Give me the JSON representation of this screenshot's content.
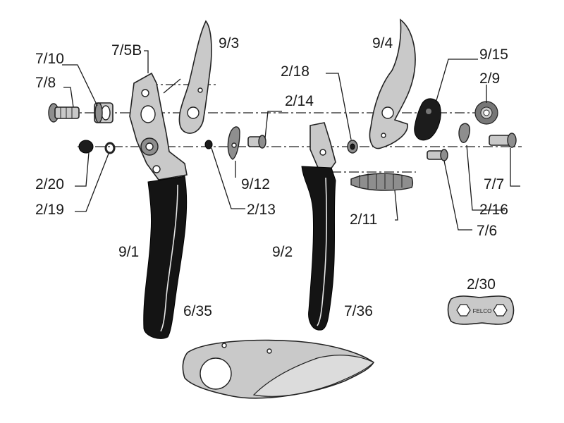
{
  "labels": {
    "p7_10": "7/10",
    "p7_8": "7/8",
    "p7_5b": "7/5B",
    "p9_3": "9/3",
    "p2_14": "2/14",
    "p2_18": "2/18",
    "p9_4": "9/4",
    "p9_15": "9/15",
    "p2_9": "2/9",
    "p2_20": "2/20",
    "p2_19": "2/19",
    "p9_12": "9/12",
    "p2_13": "2/13",
    "p2_11": "2/11",
    "p7_7": "7/7",
    "p2_16": "2/16",
    "p7_6": "7/6",
    "p9_1": "9/1",
    "p6_35": "6/35",
    "p9_2": "9/2",
    "p7_36": "7/36",
    "p2_30": "2/30"
  },
  "wrench_mark": "FELCO",
  "colors": {
    "grip": "#141414",
    "metal": "#c9c9c9",
    "blade_light": "#d9d9d9",
    "line": "#1a1a1a"
  }
}
